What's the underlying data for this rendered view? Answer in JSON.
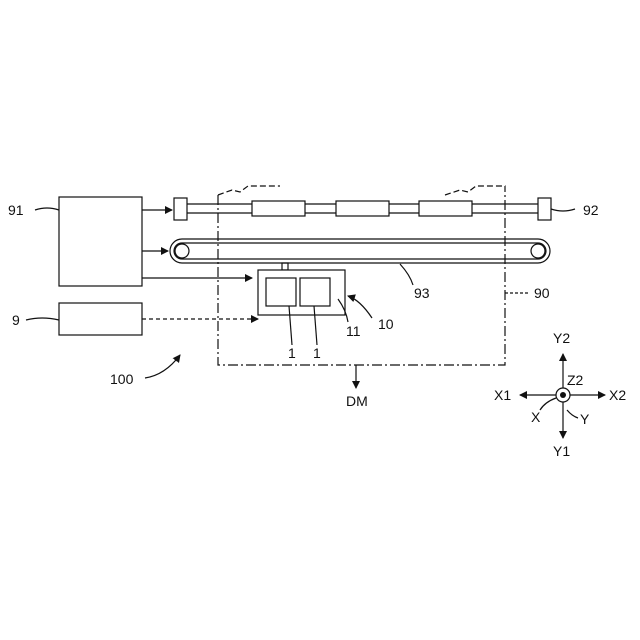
{
  "labels": {
    "ref_91": "91",
    "ref_92": "92",
    "ref_9": "9",
    "ref_93": "93",
    "ref_90": "90",
    "ref_10": "10",
    "ref_11": "11",
    "ref_1a": "1",
    "ref_1b": "1",
    "ref_100": "100",
    "ref_dm": "DM"
  },
  "axes": {
    "y2": "Y2",
    "y1": "Y1",
    "x1": "X1",
    "x2": "X2",
    "z2": "Z2",
    "x": "X",
    "y": "Y"
  }
}
